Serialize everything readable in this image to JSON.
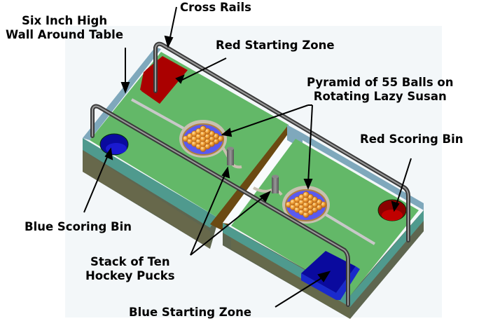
{
  "title": "Competition Field Diagram",
  "labels": {
    "wall": [
      "Six Inch High",
      "Wall Around Table"
    ],
    "cross_rails": "Cross Rails",
    "red_start": "Red Starting Zone",
    "pyramid": [
      "Pyramid of 55 Balls on",
      "Rotating Lazy Susan"
    ],
    "red_bin": "Red Scoring Bin",
    "blue_bin": "Blue Scoring Bin",
    "pucks": [
      "Stack of Ten",
      "Hockey Pucks"
    ],
    "blue_start": "Blue Starting Zone"
  },
  "colors": {
    "field_green": "#63b868",
    "wall_blue": "#7fa8bc",
    "red_zone": "#aa0000",
    "blue_zone": "#0a0a9e",
    "rail": "#5a5a5a",
    "ball": "#f0a030",
    "lazy_susan": "#5a5af0",
    "background": "#f3f7f9"
  }
}
